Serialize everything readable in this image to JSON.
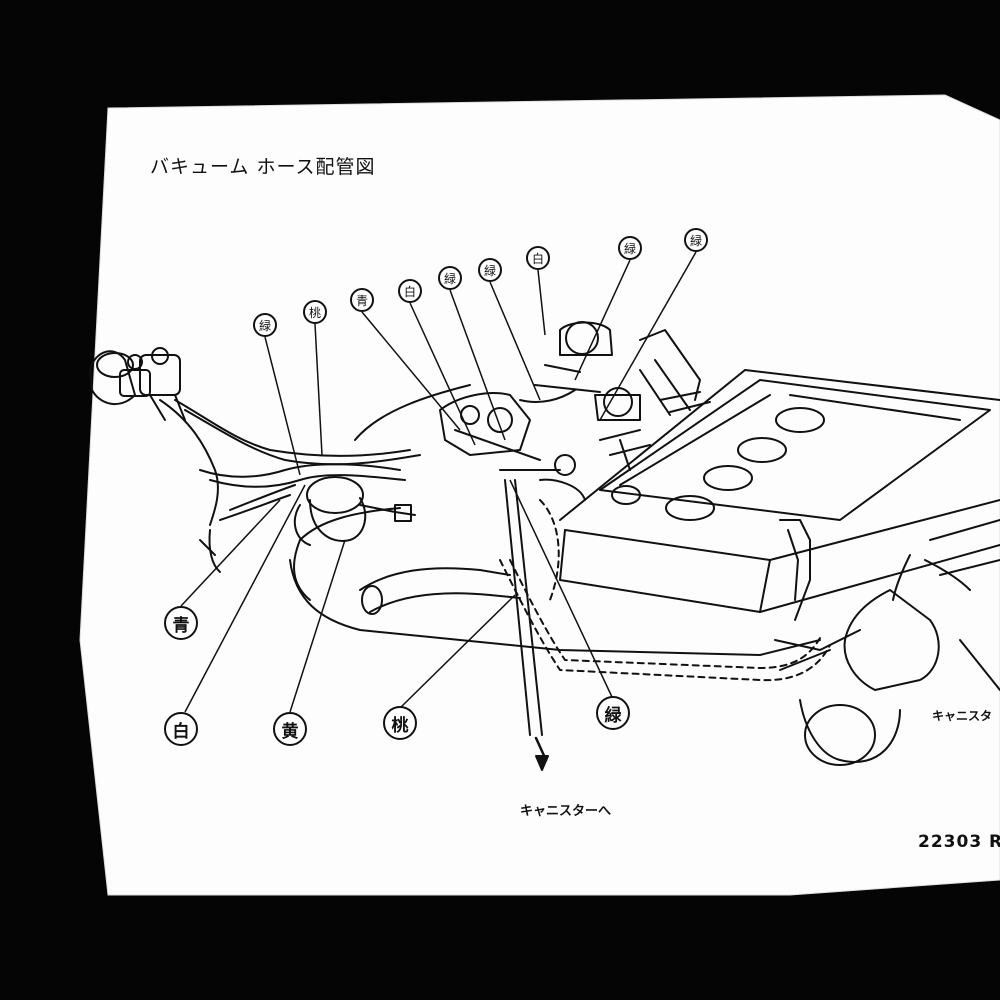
{
  "title": "バキューム ホース配管図",
  "labels": {
    "canister_bottom": "キャニスターへ",
    "canister_right": "キャニスタ",
    "part_number": "22303 R"
  },
  "top_tags": [
    "緑",
    "桃",
    "青",
    "白",
    "緑",
    "緑",
    "白",
    "緑",
    "緑"
  ],
  "bottom_tags": [
    "青",
    "白",
    "黄",
    "桃",
    "緑"
  ],
  "colors": {
    "background": "#050505",
    "paper": "#ffffff",
    "ink": "#111111"
  }
}
